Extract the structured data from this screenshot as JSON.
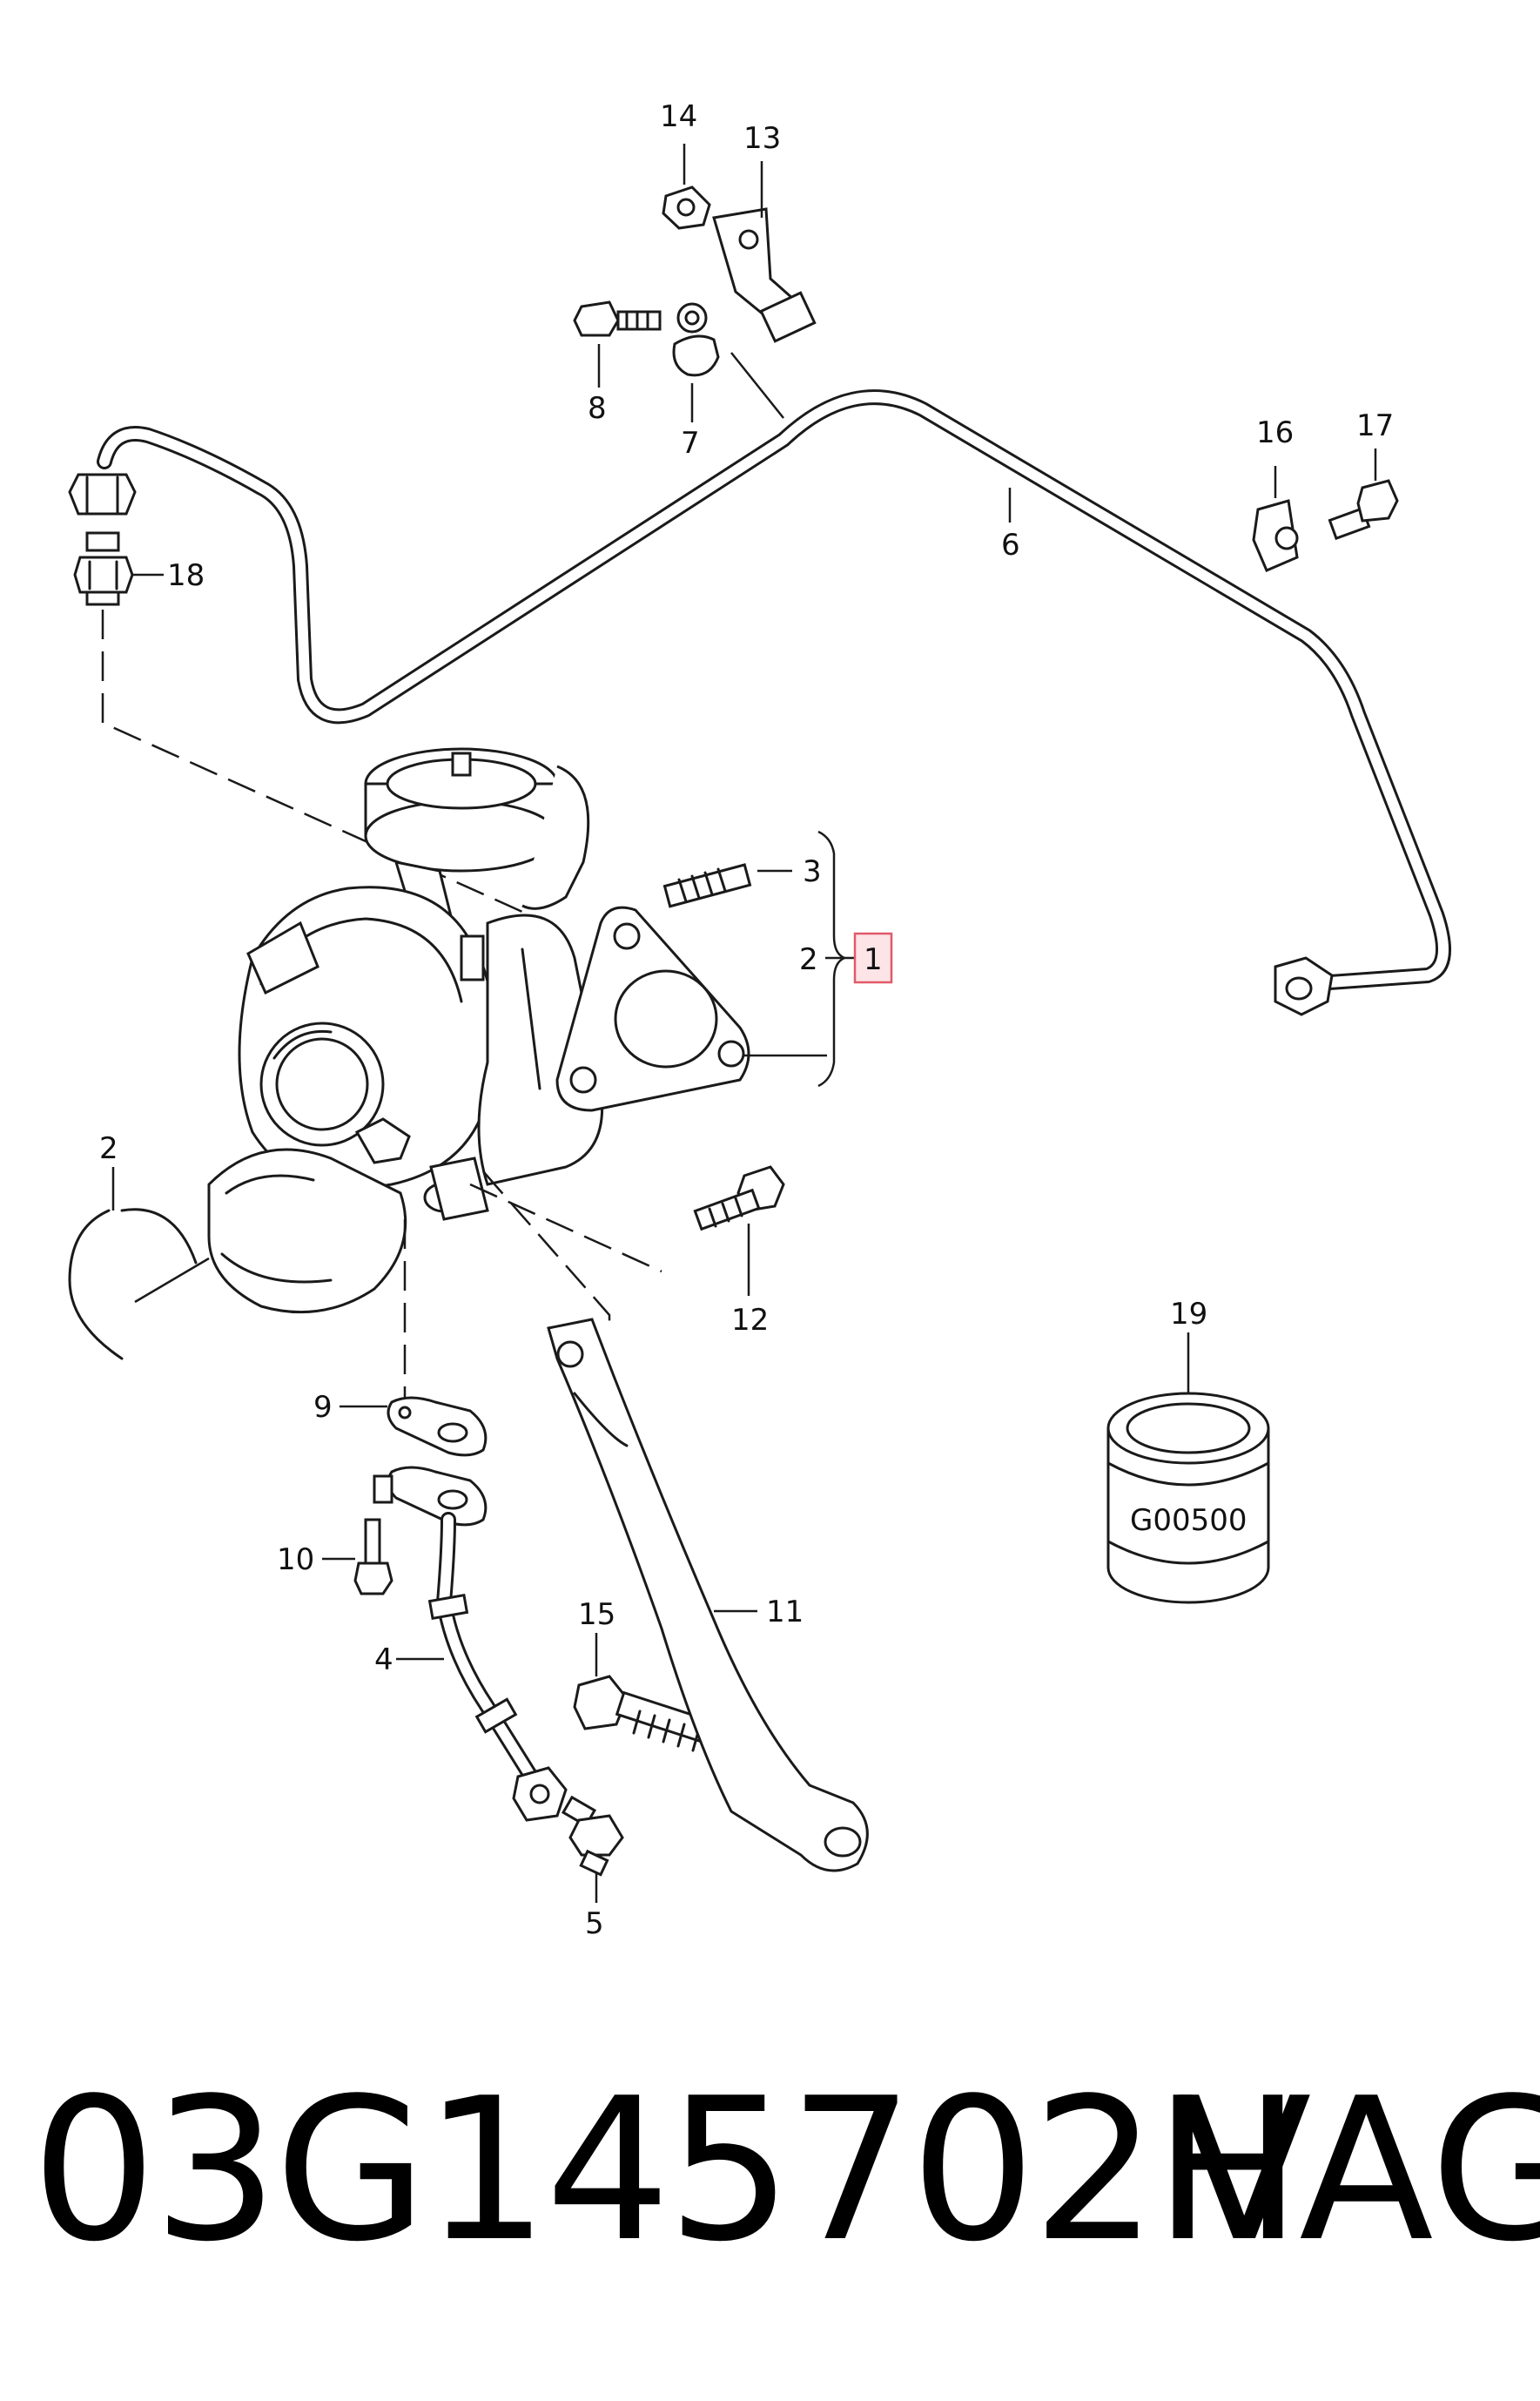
{
  "callouts": {
    "c1": "1",
    "c2a": "2",
    "c2b": "2",
    "c3": "3",
    "c4": "4",
    "c5": "5",
    "c6": "6",
    "c7": "7",
    "c8": "8",
    "c9": "9",
    "c10": "10",
    "c11": "11",
    "c12": "12",
    "c13": "13",
    "c14": "14",
    "c15": "15",
    "c16": "16",
    "c17": "17",
    "c18": "18",
    "c19": "19"
  },
  "part_labels": {
    "filter_code": "G00500"
  },
  "footer": {
    "part_number": "03G145702H",
    "brand": "VAG"
  },
  "colors": {
    "highlight_border": "#e05a6a",
    "highlight_fill": "#fde4e7",
    "line": "#1a1a1a"
  }
}
